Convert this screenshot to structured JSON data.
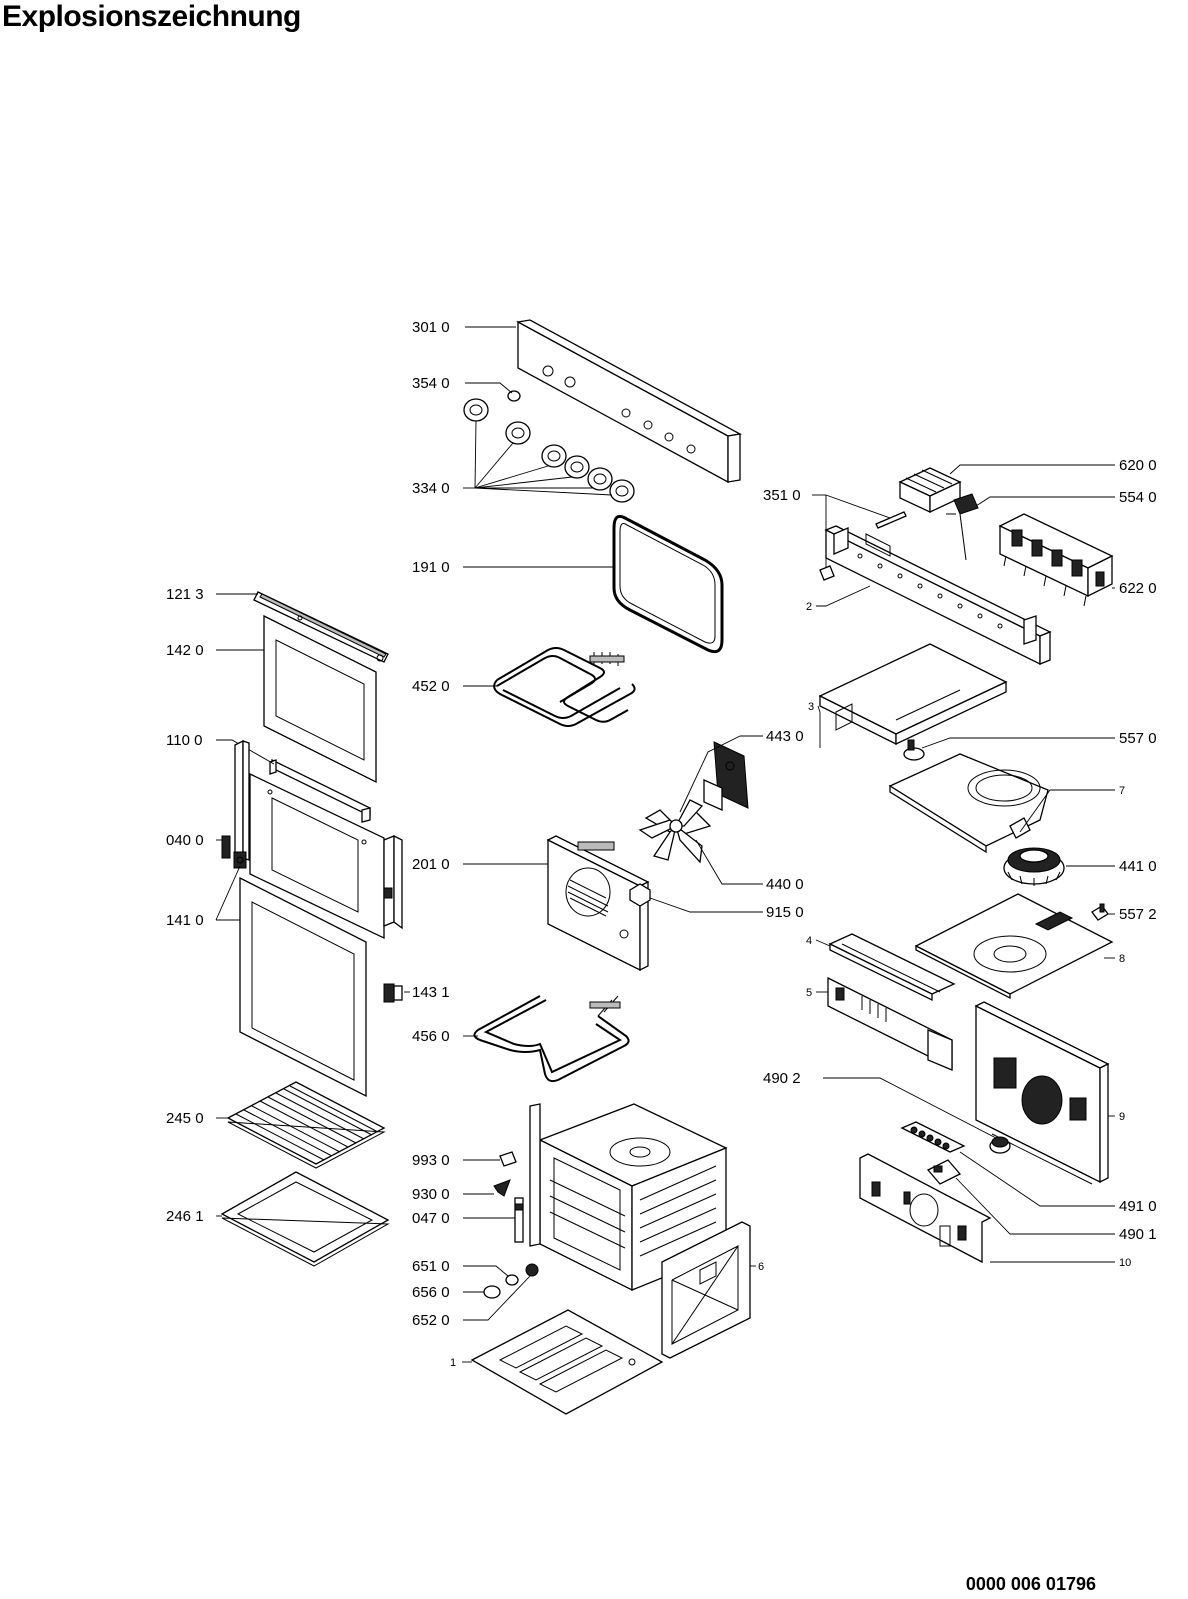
{
  "title": "Explosionszeichnung",
  "document_number": "0000 006 01796",
  "labels": {
    "l3010": "301 0",
    "l3540": "354 0",
    "l3340": "334 0",
    "l1910": "191 0",
    "l1213": "121 3",
    "l1420": "142 0",
    "l4520": "452 0",
    "l1100": "110 0",
    "l0400": "040 0",
    "l1410": "141 0",
    "l2010": "201 0",
    "l4430": "443 0",
    "l4400": "440 0",
    "l9150": "915 0",
    "l1431": "143 1",
    "l4560": "456 0",
    "l2450": "245 0",
    "l2461": "246 1",
    "l9930": "993 0",
    "l9300": "930 0",
    "l0470": "047 0",
    "l6510": "651 0",
    "l6560": "656 0",
    "l6520": "652 0",
    "l1": "1",
    "l6200": "620 0",
    "l3510": "351 0",
    "l5540": "554 0",
    "l6220": "622 0",
    "l2": "2",
    "l3": "3",
    "l5570": "557 0",
    "l7": "7",
    "l4410": "441 0",
    "l5572": "557 2",
    "l4": "4",
    "l8": "8",
    "l5": "5",
    "l4902": "490 2",
    "l9": "9",
    "l4910": "491 0",
    "l4901": "490 1",
    "l10": "10",
    "l6": "6"
  }
}
